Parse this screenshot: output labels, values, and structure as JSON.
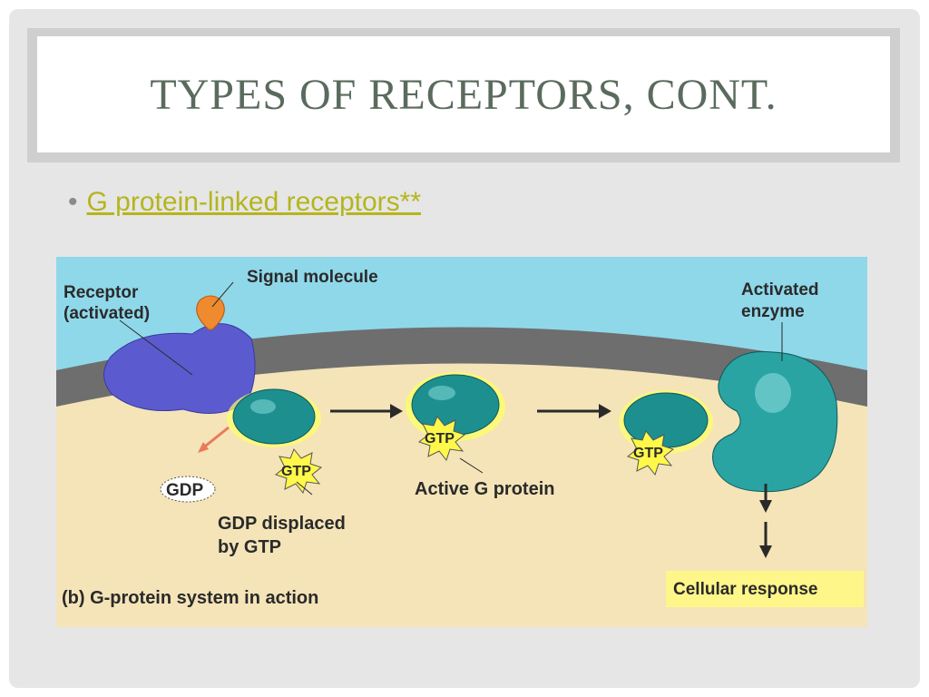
{
  "slide": {
    "title": "Types of Receptors, cont.",
    "bullet_link": "G protein-linked receptors**"
  },
  "diagram": {
    "labels": {
      "receptor": "Receptor",
      "receptor_state": "(activated)",
      "signal_molecule": "Signal molecule",
      "activated": "Activated",
      "enzyme": "enzyme",
      "gdp": "GDP",
      "gtp1": "GTP",
      "gtp2": "GTP",
      "gtp3": "GTP",
      "active_g_protein": "Active G protein",
      "gdp_displaced": "GDP displaced",
      "by_gtp": "by GTP",
      "caption": "(b) G-protein system in action",
      "cellular_response": "Cellular response"
    },
    "colors": {
      "extracellular": "#8fd8ea",
      "membrane": "#6e6e6e",
      "cytoplasm": "#f4e4b8",
      "g_protein": "#1d8f8f",
      "receptor": "#5b5bcf",
      "signal": "#f08a2e",
      "gtp_star": "#fff84a",
      "response_box": "#fff68a"
    }
  }
}
